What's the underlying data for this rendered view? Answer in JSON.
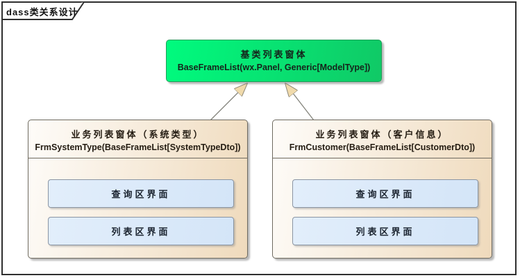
{
  "frame": {
    "title": "dass类关系设计"
  },
  "base_class": {
    "title": "基类列表窗体",
    "signature": "BaseFrameList(wx.Panel, Generic[ModelType])"
  },
  "subclasses": [
    {
      "title": "业务列表窗体（系统类型）",
      "signature": "FrmSystemType(BaseFrameList[SystemTypeDto])",
      "sections": [
        "查询区界面",
        "列表区界面"
      ]
    },
    {
      "title": "业务列表窗体（客户信息）",
      "signature": "FrmCustomer(BaseFrameList[CustomerDto])",
      "sections": [
        "查询区界面",
        "列表区界面"
      ]
    }
  ],
  "relations": [
    {
      "type": "inheritance",
      "from": "FrmSystemType",
      "to": "BaseFrameList"
    },
    {
      "type": "inheritance",
      "from": "FrmCustomer",
      "to": "BaseFrameList"
    }
  ],
  "colors": {
    "base_fill_left": "#00fb7e",
    "base_fill_right": "#10c966",
    "child_fill_left": "#fefcf9",
    "child_fill_right": "#efdabc",
    "section_fill": "#d9e9fa",
    "arrow_head_fill": "#f0daab",
    "line": "#84847c",
    "frame_border": "#2f2f2f"
  }
}
